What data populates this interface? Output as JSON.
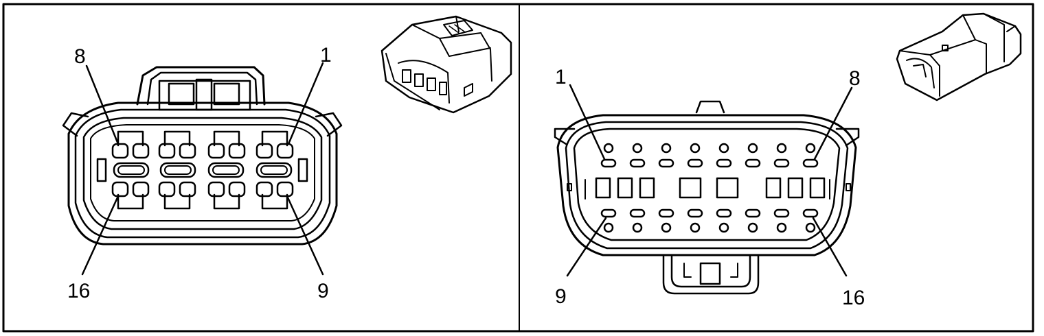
{
  "left_panel": {
    "labels": {
      "top_left": "8",
      "top_right": "1",
      "bottom_left": "16",
      "bottom_right": "9"
    }
  },
  "right_panel": {
    "labels": {
      "top_left": "1",
      "top_right": "8",
      "bottom_left": "9",
      "bottom_right": "16"
    }
  },
  "colors": {
    "ink": "#000000",
    "background": "#ffffff"
  }
}
